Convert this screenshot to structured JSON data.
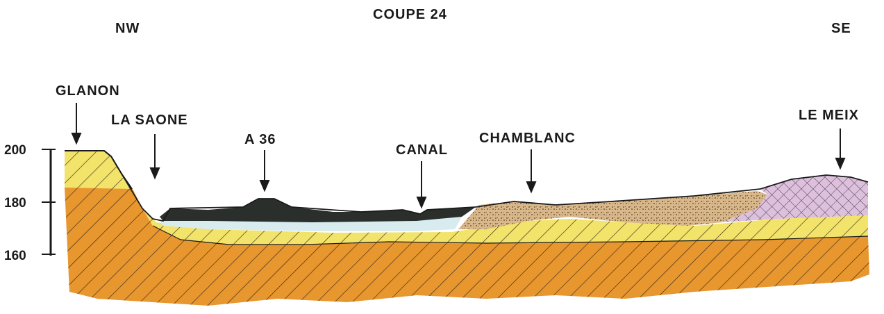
{
  "title": "COUPE 24",
  "direction_left": "NW",
  "direction_right": "SE",
  "elevation_ticks": [
    "200",
    "180",
    "160"
  ],
  "place_labels": {
    "glanon": "GLANON",
    "la_saone": "LA SAONE",
    "a36": "A 36",
    "canal": "CANAL",
    "chamblanc": "CHAMBLANC",
    "le_meix": "LE MEIX"
  },
  "colors": {
    "substrate": "#e8962e",
    "marl_yellow": "#f2e36a",
    "alluvium_dark": "#2b2f2c",
    "water_blue": "#d8ecf0",
    "gravel_sand": "#cdaa7a",
    "crosshatch_purple": "#d8b6d8"
  }
}
